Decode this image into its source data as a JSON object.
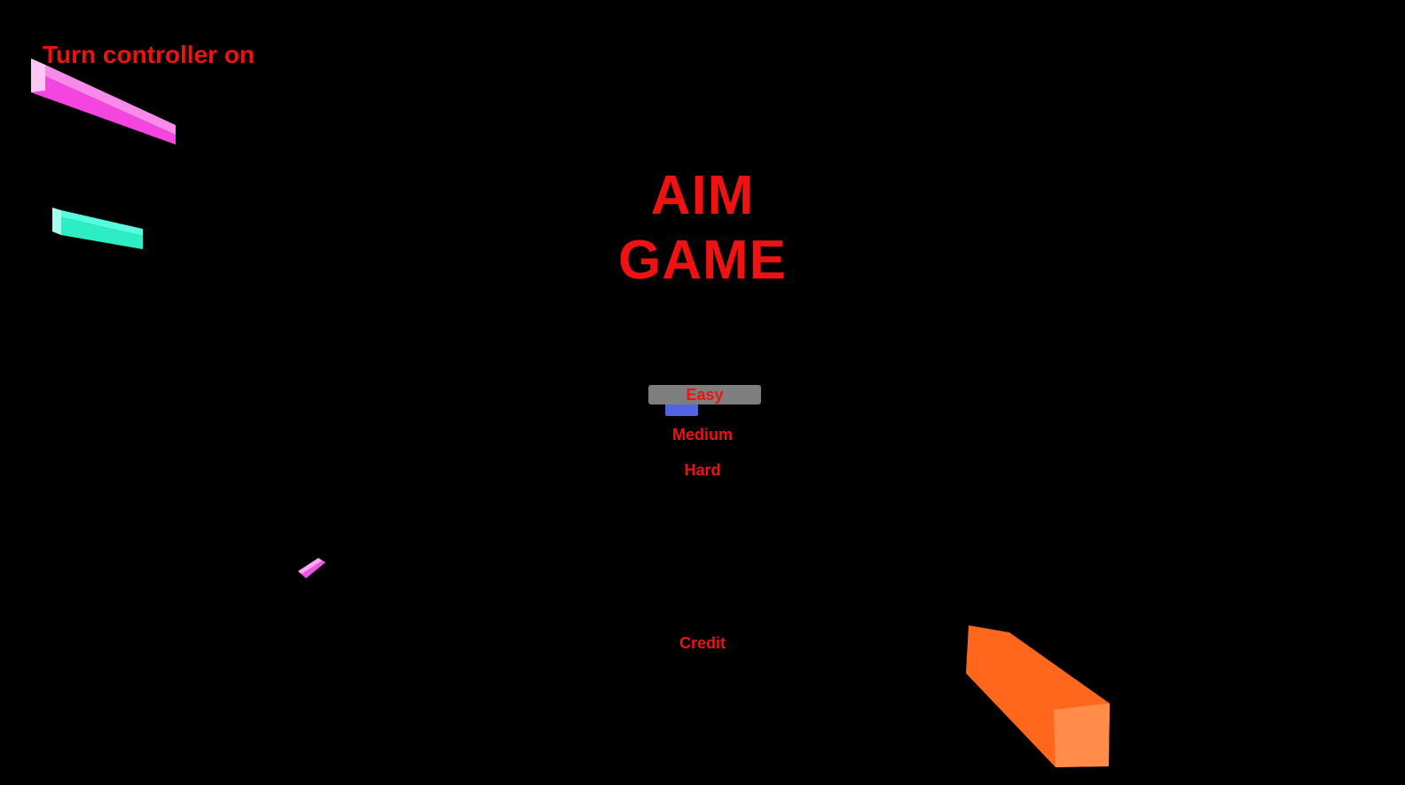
{
  "screen": {
    "name": "aim-game-main-menu",
    "background": "#000000"
  },
  "hint": {
    "label": "Turn controller on",
    "color": "#ee1212"
  },
  "title": {
    "line1": "AIM",
    "line2": "GAME",
    "color": "#ee1212"
  },
  "menu": {
    "text_color": "#ee1212",
    "easy": {
      "label": "Easy",
      "highlighted": true,
      "highlight_bg": "#7e7e7e"
    },
    "medium": {
      "label": "Medium"
    },
    "hard": {
      "label": "Hard"
    },
    "credit": {
      "label": "Credit"
    }
  },
  "cursor": {
    "name": "controller-pointer",
    "color": "#5265de"
  },
  "blocks": {
    "magenta_large": {
      "front": "#f545e1",
      "top": "#f98ae9",
      "cap": "#fcc8f3"
    },
    "cyan": {
      "front": "#2dedc5",
      "top": "#55ffe0",
      "cap": "#a5fff0"
    },
    "pink_small": {
      "front": "#ee57e6",
      "top": "#fba9f4"
    },
    "orange": {
      "front": "#ff671d",
      "cap": "#ff8c48"
    }
  }
}
